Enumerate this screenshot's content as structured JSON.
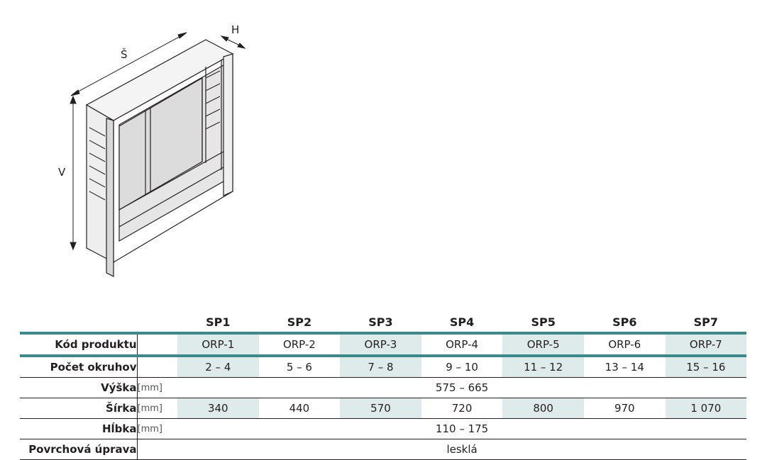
{
  "drawing": {
    "dim_width": "Š",
    "dim_depth": "H",
    "dim_height": "V"
  },
  "table": {
    "columns": [
      "SP1",
      "SP2",
      "SP3",
      "SP4",
      "SP5",
      "SP6",
      "SP7"
    ],
    "rows": {
      "code": {
        "label": "Kód produktu",
        "values": [
          "ORP-1",
          "ORP-2",
          "ORP-3",
          "ORP-4",
          "ORP-5",
          "ORP-6",
          "ORP-7"
        ]
      },
      "circuits": {
        "label": "Počet okruhov",
        "values": [
          "2 – 4",
          "5 – 6",
          "7 – 8",
          "9 – 10",
          "11 – 12",
          "13 – 14",
          "15 – 16"
        ]
      },
      "height": {
        "label": "Výška",
        "unit": "[mm]",
        "value": "575 – 665"
      },
      "width": {
        "label": "Šírka",
        "unit": "[mm]",
        "values": [
          "340",
          "440",
          "570",
          "720",
          "800",
          "970",
          "1 070"
        ]
      },
      "depth": {
        "label": "Hĺbka",
        "unit": "[mm]",
        "value": "110 – 175"
      },
      "finish": {
        "label": "Povrchová úprava",
        "value": "lesklá"
      }
    }
  },
  "colors": {
    "accent": "#3a8a8a",
    "shade": "#dfeaea",
    "text": "#231f20"
  }
}
